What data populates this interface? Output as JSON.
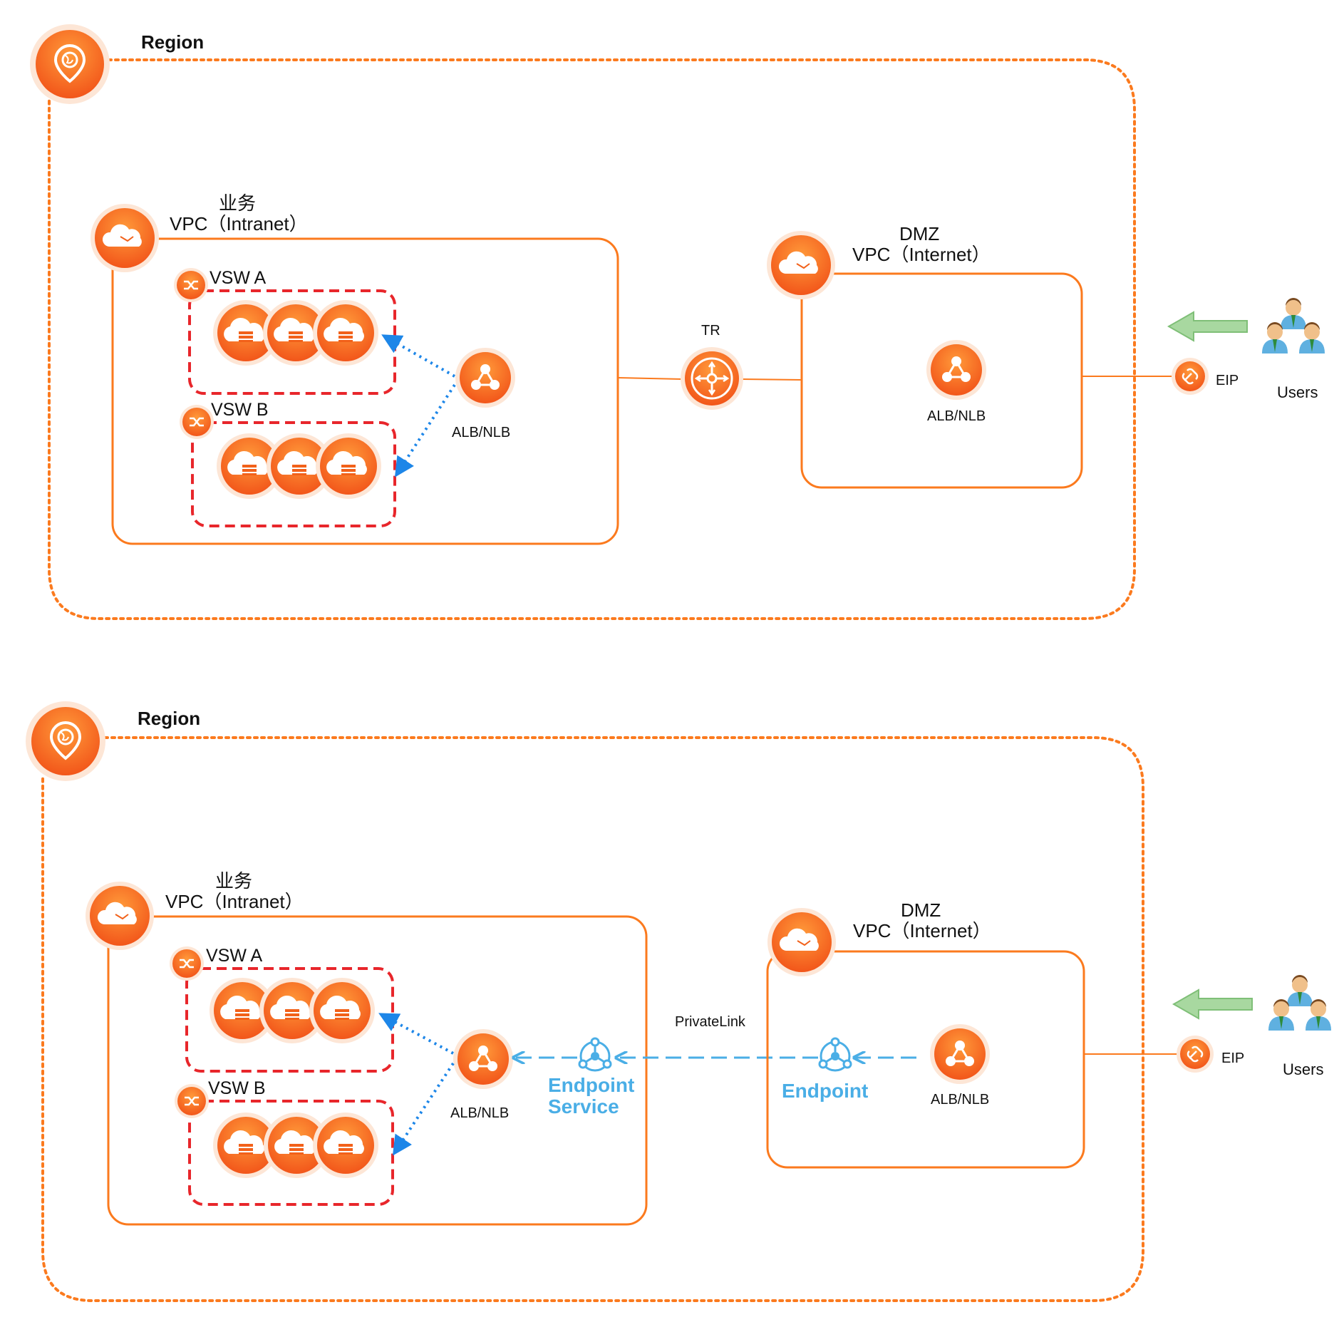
{
  "colors": {
    "accent_orange": "#fb7a1e",
    "icon_orange": "#f2611a",
    "vsw_dash_red": "#e8262b",
    "flow_arrow_blue": "#1d86e8",
    "privatelink_blue": "#4aaee6",
    "users_arrow_green": "#a8d8a0"
  },
  "icons": {
    "region": "region-globe-pin-icon",
    "vpc": "vpc-cloud-icon",
    "vswitch": "vswitch-shuffle-icon",
    "ecs": "ecs-server-cloud-icon",
    "slb": "alb-nlb-load-balancer-icon",
    "tr": "transit-router-icon",
    "eip": "eip-link-icon",
    "users": "users-group-icon",
    "endpoint": "endpoint-network-icon"
  },
  "diagrams": [
    {
      "region_label": "Region",
      "biz_vpc": {
        "line1": "业务",
        "line2": "VPC（Intranet）"
      },
      "vsw_a": "VSW A",
      "vsw_b": "VSW B",
      "slb_label": "ALB/NLB",
      "connector": "TR",
      "dmz_vpc": {
        "line1": "DMZ",
        "line2": "VPC（Internet）"
      },
      "dmz_slb_label": "ALB/NLB",
      "eip_label": "EIP",
      "users_label": "Users"
    },
    {
      "region_label": "Region",
      "biz_vpc": {
        "line1": "业务",
        "line2": "VPC（Intranet）"
      },
      "vsw_a": "VSW A",
      "vsw_b": "VSW B",
      "slb_label": "ALB/NLB",
      "connector": "PrivateLink",
      "endpoint_service": {
        "line1": "Endpoint",
        "line2": "Service"
      },
      "endpoint": "Endpoint",
      "dmz_vpc": {
        "line1": "DMZ",
        "line2": "VPC（Internet）"
      },
      "dmz_slb_label": "ALB/NLB",
      "eip_label": "EIP",
      "users_label": "Users"
    }
  ]
}
